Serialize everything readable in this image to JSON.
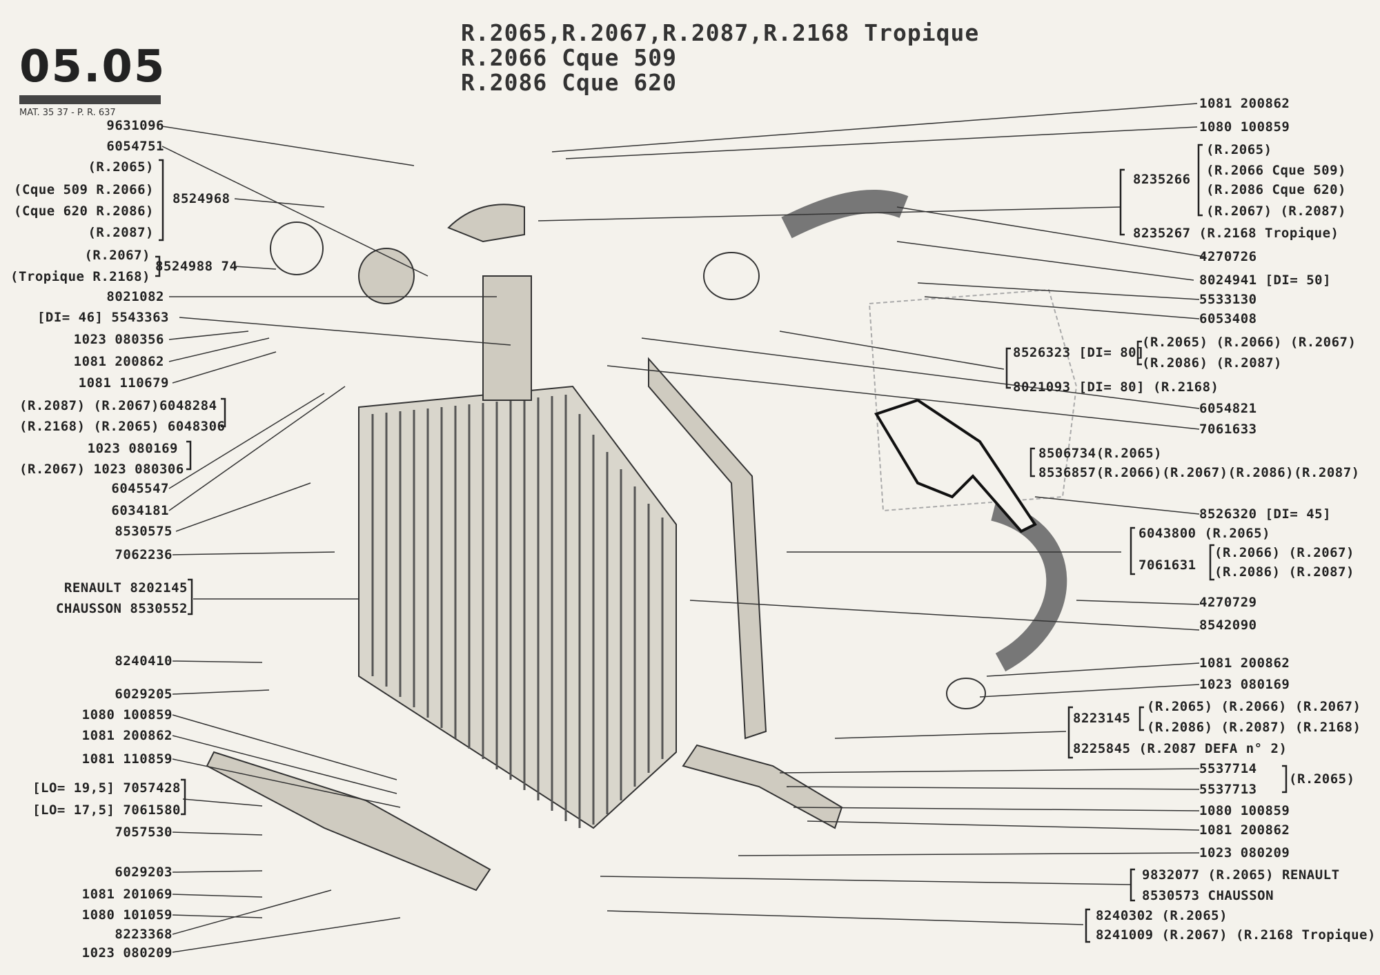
{
  "page": {
    "number": "05.05",
    "reference": "MAT. 35 37 - P. R. 637",
    "heading": [
      "R.2065,R.2067,R.2087,R.2168 Tropique",
      "R.2066 Cque 509",
      "R.2086 Cque 620"
    ]
  },
  "labels_left": [
    "9631096",
    "6054751",
    "(R.2065)",
    "(Cque 509 R.2066)",
    "(Cque 620 R.2086)",
    "(R.2087)",
    "8524968",
    "(R.2067)",
    "(Tropique R.2168)",
    "8524988 74",
    "8021082",
    "[DI= 46] 5543363",
    "1023 080356",
    "1081 200862",
    "1081 110679",
    "(R.2087) (R.2067)6048284",
    "(R.2168) (R.2065) 6048306",
    "1023 080169",
    "(R.2067) 1023 080306",
    "6045547",
    "6034181",
    "8530575",
    "7062236",
    "RENAULT 8202145",
    "CHAUSSON 8530552",
    "8240410",
    "6029205",
    "1080 100859",
    "1081 200862",
    "1081 110859",
    "[LO= 19,5] 7057428",
    "[LO= 17,5] 7061580",
    "7057530",
    "6029203",
    "1081 201069",
    "1080 101059",
    "8223368",
    "1023 080209"
  ],
  "labels_right": [
    "1081 200862",
    "1080 100859",
    "(R.2065)",
    "8235266",
    "(R.2066 Cque 509)",
    "(R.2086 Cque 620)",
    "(R.2067) (R.2087)",
    "8235267 (R.2168 Tropique)",
    "4270726",
    "8024941 [DI= 50]",
    "5533130",
    "6053408",
    "8526323 [DI= 80]",
    "(R.2065) (R.2066) (R.2067)",
    "(R.2086) (R.2087)",
    "8021093 [DI= 80] (R.2168)",
    "6054821",
    "7061633",
    "8506734(R.2065)",
    "8536857(R.2066)(R.2067)(R.2086)(R.2087)",
    "8526320 [DI= 45]",
    "6043800 (R.2065)",
    "7061631",
    "(R.2066) (R.2067)",
    "(R.2086) (R.2087)",
    "4270729",
    "8542090",
    "1081 200862",
    "1023 080169",
    "8223145",
    "(R.2065) (R.2066) (R.2067)",
    "(R.2086) (R.2087) (R.2168)",
    "8225845 (R.2087 DEFA n° 2)",
    "5537714",
    "5537713",
    "(R.2065)",
    "1080 100859",
    "1081 200862",
    "1023 080209",
    "9832077 (R.2065) RENAULT",
    "8530573 CHAUSSON",
    "8240302 (R.2065)",
    "8241009 (R.2067) (R.2168 Tropique)"
  ],
  "colors": {
    "paper": "#f4f2ec",
    "ink": "#222222"
  }
}
